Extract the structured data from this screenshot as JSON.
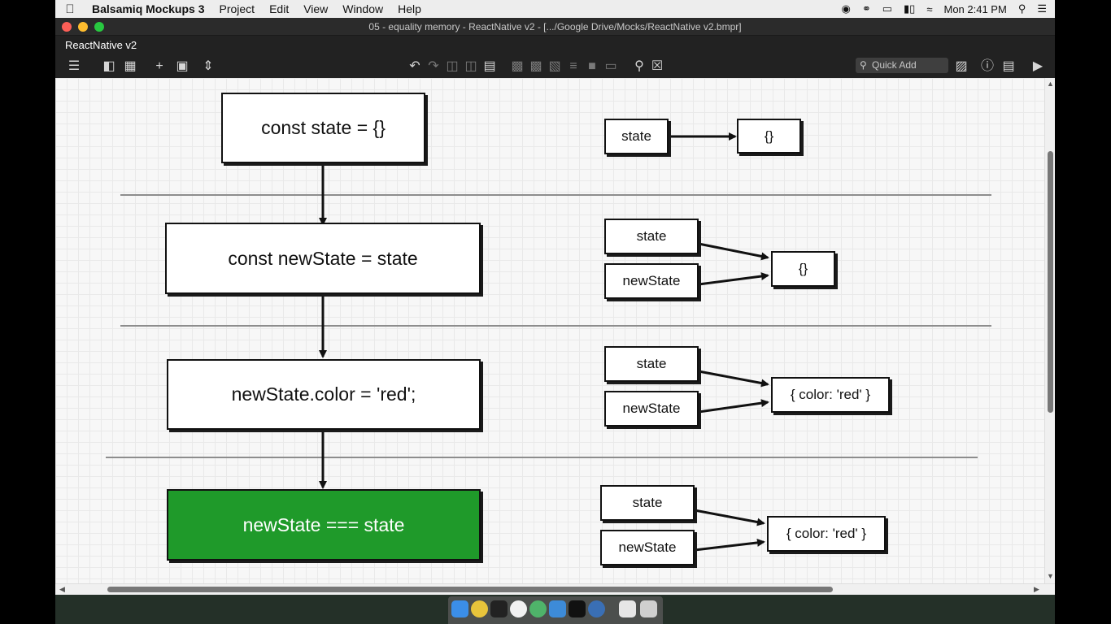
{
  "menubar": {
    "app": "Balsamiq Mockups 3",
    "items": [
      "Project",
      "Edit",
      "View",
      "Window",
      "Help"
    ],
    "clock": "Mon 2:41 PM"
  },
  "window": {
    "title": "05 - equality memory - ReactNative v2 - [.../Google Drive/Mocks/ReactNative v2.bmpr]",
    "project_name": "ReactNative v2"
  },
  "toolbar": {
    "quick_add": "Quick Add"
  },
  "colors": {
    "accent_green": "#1f9a2a",
    "canvas_bg": "#f7f7f7",
    "close": "#fd5f57",
    "minimize": "#febc2e",
    "maximize": "#28c840"
  },
  "diagram": {
    "steps": [
      "const state = {}",
      "const newState = state",
      "newState.color = 'red';",
      "newState === state"
    ],
    "memory": [
      {
        "refs": [
          "state"
        ],
        "value": "{}"
      },
      {
        "refs": [
          "state",
          "newState"
        ],
        "value": "{}"
      },
      {
        "refs": [
          "state",
          "newState"
        ],
        "value": "{ color: 'red' }"
      },
      {
        "refs": [
          "state",
          "newState"
        ],
        "value": "{ color: 'red' }"
      }
    ]
  }
}
